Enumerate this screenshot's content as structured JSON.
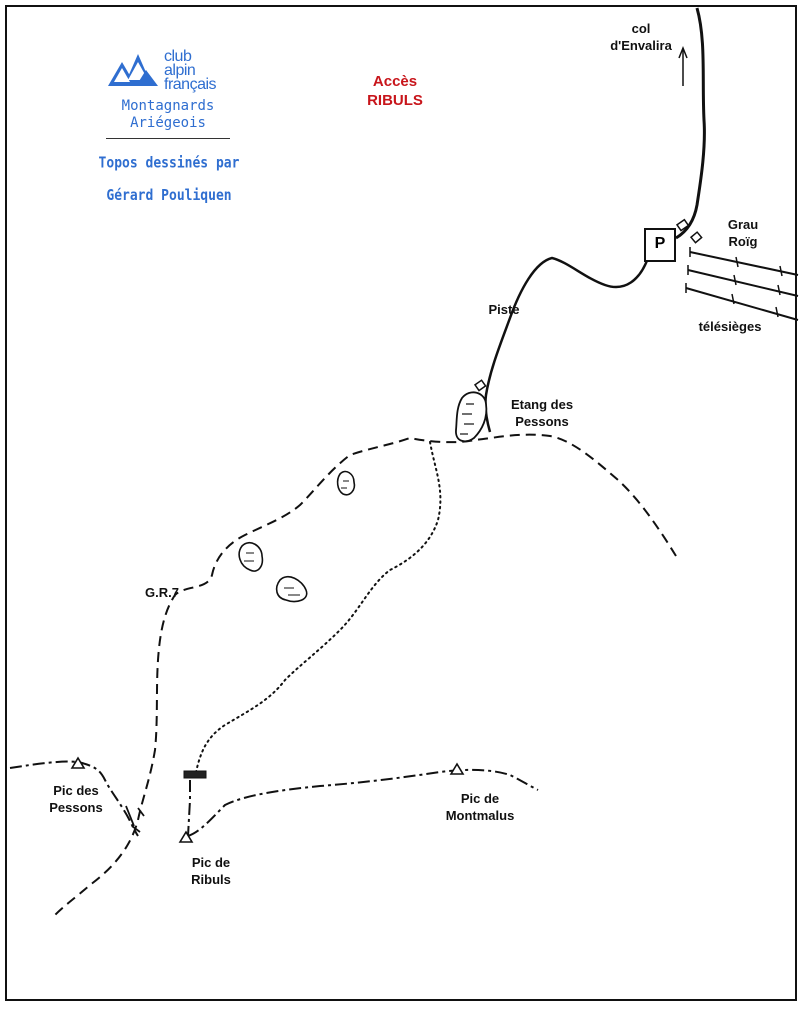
{
  "header": {
    "title_line1": "Accès",
    "title_line2": "RIBULS",
    "title_color": "#c8151b"
  },
  "club": {
    "name_line1": "club",
    "name_line2": "alpin",
    "name_line3": "français",
    "sub_line1": "Montagnards",
    "sub_line2": "Ariégeois",
    "credit_line1": "Topos dessinés par",
    "credit_line2": "Gérard Pouliquen",
    "brand_color": "#2f6ed0",
    "logo_icon": "triangles-logo-icon"
  },
  "labels": {
    "col_envalira": [
      "col",
      "d'Envalira"
    ],
    "grau_roig": [
      "Grau",
      "Roïg"
    ],
    "telesieges": "télésièges",
    "piste": "Piste",
    "etang_pessons": [
      "Etang des",
      "Pessons"
    ],
    "gr7": "G.R.7",
    "pic_pessons": [
      "Pic des",
      "Pessons"
    ],
    "pic_ribuls": [
      "Pic de",
      "Ribuls"
    ],
    "pic_montmalus": [
      "Pic de",
      "Montmalus"
    ],
    "parking": "P"
  },
  "legend_symbols": {
    "summit": "summit-triangle-icon",
    "north_arrow": "arrow-up-icon",
    "parking": "parking-icon"
  }
}
